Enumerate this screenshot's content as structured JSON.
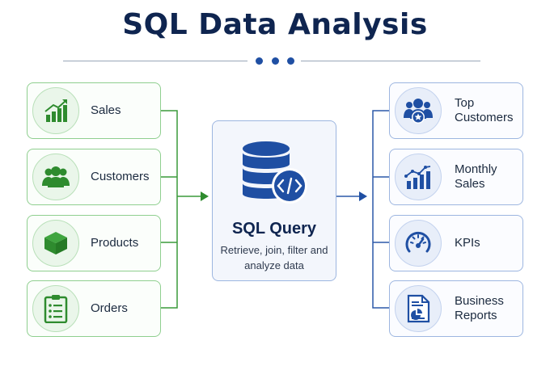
{
  "title": "SQL Data Analysis",
  "inputs": [
    {
      "label": "Sales",
      "icon": "bar-chart-up-icon"
    },
    {
      "label": "Customers",
      "icon": "users-group-icon"
    },
    {
      "label": "Products",
      "icon": "box-icon"
    },
    {
      "label": "Orders",
      "icon": "clipboard-list-icon"
    }
  ],
  "center": {
    "title": "SQL Query",
    "description": "Retrieve, join, filter and analyze data",
    "icon": "database-code-icon"
  },
  "outputs": [
    {
      "label": "Top Customers",
      "icon": "user-star-icon"
    },
    {
      "label": "Monthly Sales",
      "icon": "bar-chart-trend-icon"
    },
    {
      "label": "KPIs",
      "icon": "gauge-icon"
    },
    {
      "label": "Business Reports",
      "icon": "report-document-icon"
    }
  ],
  "colors": {
    "input_accent": "#2e8b2e",
    "output_accent": "#1f4fa3",
    "title": "#0f2550"
  }
}
